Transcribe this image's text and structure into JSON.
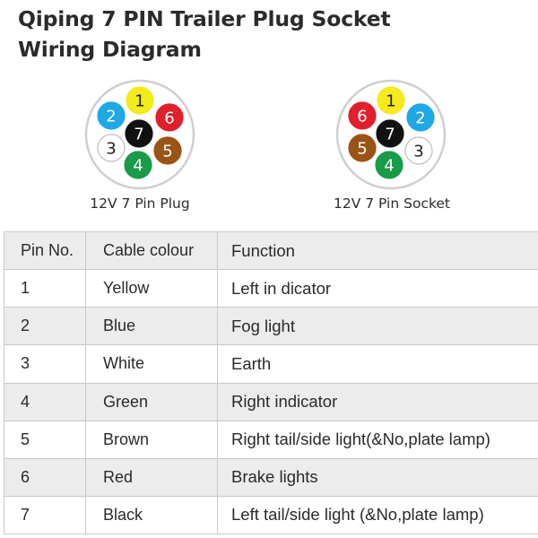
{
  "title": {
    "line1": "Qiping 7 PIN Trailer Plug Socket",
    "line2": "Wiring Diagram"
  },
  "plug": {
    "label": "12V 7 Pin Plug",
    "pins": [
      {
        "num": "1",
        "color": "#f4ea1c",
        "text_color": "#222222"
      },
      {
        "num": "2",
        "color": "#1fa8e6",
        "text_color": "#ffffff"
      },
      {
        "num": "3",
        "color": "#ffffff",
        "text_color": "#222222"
      },
      {
        "num": "4",
        "color": "#1a9b4a",
        "text_color": "#ffffff"
      },
      {
        "num": "5",
        "color": "#9a5416",
        "text_color": "#ffffff"
      },
      {
        "num": "6",
        "color": "#e0202c",
        "text_color": "#ffffff"
      },
      {
        "num": "7",
        "color": "#111111",
        "text_color": "#ffffff"
      }
    ]
  },
  "socket": {
    "label": "12V 7 Pin Socket",
    "pins": [
      {
        "num": "1",
        "color": "#f4ea1c",
        "text_color": "#222222"
      },
      {
        "num": "2",
        "color": "#1fa8e6",
        "text_color": "#ffffff"
      },
      {
        "num": "3",
        "color": "#ffffff",
        "text_color": "#222222"
      },
      {
        "num": "4",
        "color": "#1a9b4a",
        "text_color": "#ffffff"
      },
      {
        "num": "5",
        "color": "#9a5416",
        "text_color": "#ffffff"
      },
      {
        "num": "6",
        "color": "#e0202c",
        "text_color": "#ffffff"
      },
      {
        "num": "7",
        "color": "#111111",
        "text_color": "#ffffff"
      }
    ]
  },
  "table": {
    "headers": [
      "Pin No.",
      "Cable colour",
      "Function"
    ],
    "rows": [
      [
        "1",
        "Yellow",
        "Left in dicator"
      ],
      [
        "2",
        "Blue",
        "Fog light"
      ],
      [
        "3",
        "White",
        "Earth"
      ],
      [
        "4",
        "Green",
        "Right indicator"
      ],
      [
        "5",
        "Brown",
        "Right tail/side light(&No,plate lamp)"
      ],
      [
        "6",
        "Red",
        "Brake lights"
      ],
      [
        "7",
        "Black",
        "Left tail/side light (&No,plate lamp)"
      ]
    ]
  }
}
